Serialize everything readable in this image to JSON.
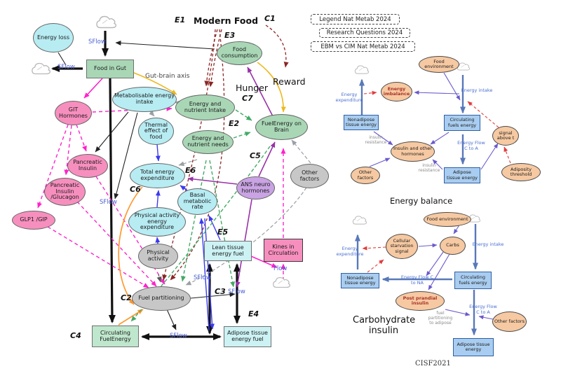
{
  "colors": {
    "cyan_node": "#b7ecf3",
    "green_node": "#a9d7b6",
    "pink_node": "#f78fbe",
    "gray_node": "#c7c7c7",
    "purple_node": "#c9a3e3",
    "tan_node": "#f6c9a2",
    "blue_box": "#a9cdf0",
    "magenta_edge": "#ff22cc",
    "dark_red_edge": "#8b2525",
    "gold_edge": "#edb820",
    "purple_edge": "#9932a8",
    "blue_edge": "#3a3af0",
    "orange_edge": "#ff9830",
    "green_edge": "#44aa66",
    "steel_blue_edge": "#5878b8",
    "red_edge": "#e23c3c"
  },
  "main": {
    "nodes": {
      "energy_loss": "Energy loss",
      "food_in_gut": "Food in Gut",
      "git_hormones": "GIT Hormones",
      "metabolisable_energy_intake": "Metabolisable energy intake",
      "energy_and_nutrient_intake": "Energy and nutrient Intake",
      "food_consumption": "Food consumption",
      "thermal_effect_of_food": "Thermal effect of food",
      "energy_and_nutrient_needs": "Energy and nutrient needs",
      "fuelenergy_on_brain": "FuelEnergy on Brain",
      "ans_neuro_hormones": "ANS neuro hormones",
      "other_factors": "Other factors",
      "total_energy_expenditure": "Total energy expenditure",
      "basal_metabolic_rate": "Basal metabolic rate",
      "physical_activity_energy_expenditure": "Physical activity energy expenditure",
      "physical_activity": "Physical activity",
      "pancreatic_insulin": "Pancreatic Insulin",
      "pancreatic_insulin_glucagon": "Pancreatic Insulin /Glucagon",
      "glp1_gip": "GLP1 /GIP",
      "fuel_partitioning": "Fuel partitioning",
      "circulating_fuelenergy": "Circulating FuelEnergy",
      "lean_tissue_energy_fuel": "Lean tissue energy fuel",
      "kines_in_circulation": "Kines in Circulation",
      "adipose_tissue_energy_fuel": "Adipose tissue energy fuel"
    },
    "flow_labels": {
      "sflow": "SFlow",
      "flow": "Flow"
    },
    "edge_labels": {
      "gut_brain_axis": "Gut-brain axis",
      "hunger": "Hunger",
      "reward": "Reward"
    },
    "annotations": {
      "e1": "E1",
      "modern_food": "Modern Food",
      "c1": "C1",
      "e3": "E3",
      "c7": "C7",
      "e2": "E2",
      "c5": "C5",
      "e6": "E6",
      "c6": "C6",
      "e5": "E5",
      "c2": "C2",
      "c3": "C3",
      "c4": "C4",
      "e4": "E4"
    }
  },
  "legend": {
    "items": [
      "Legend Nat Metab 2024",
      "Research Questions 2024",
      "EBM vs CIM Nat Metab 2024"
    ]
  },
  "ebm": {
    "title": "Energy balance",
    "nodes": {
      "food_environment": "Food environment",
      "energy_imbalance": "Energy imbalance",
      "nonadipose_tissue_energy": "Nonadipose tissue energy",
      "circulating_fuels_energy": "Circulating fuels energy",
      "insulin_and_other_hormones": "Insulin and other hormones",
      "adipose_tissue_energy": "Adipose tissue energy",
      "other_factors": "Other factors",
      "signal_above_t": "signal above t",
      "adiposity_threshold": "Adiposity threshold"
    },
    "labels": {
      "energy_expenditure": "Energy expenditure",
      "energy_intake": "Energy intake",
      "insulin_resistance_1": "insulin resistance",
      "insulin_resistance_2": "insulin resistance",
      "energy_flow_c_to_a": "Energy Flow C to A"
    }
  },
  "cim": {
    "title": "Carbohydrate insulin",
    "credit": "CISF2021",
    "nodes": {
      "food_environment": "Food environment",
      "cellular_starvation_signal": "Cellular starvation signal",
      "carbs": "Carbs",
      "nonadipose_tissue_energy": "Nonadipose tissue energy",
      "circulating_fuels_energy": "Circulating fuels energy",
      "post_prandial_insulin": "Post prandial insulin",
      "other_factors": "Other factors",
      "adipose_tissue_energy": "Adipose tissue energy"
    },
    "labels": {
      "energy_expenditure": "Energy expenditure",
      "energy_intake": "Energy intake",
      "energy_flow_c_to_na": "Energy Flow C to NA",
      "energy_flow_c_to_a": "Energy Flow C to A",
      "fuel_partitioning_to_adipose": "fuel partitioning to adipose"
    }
  }
}
